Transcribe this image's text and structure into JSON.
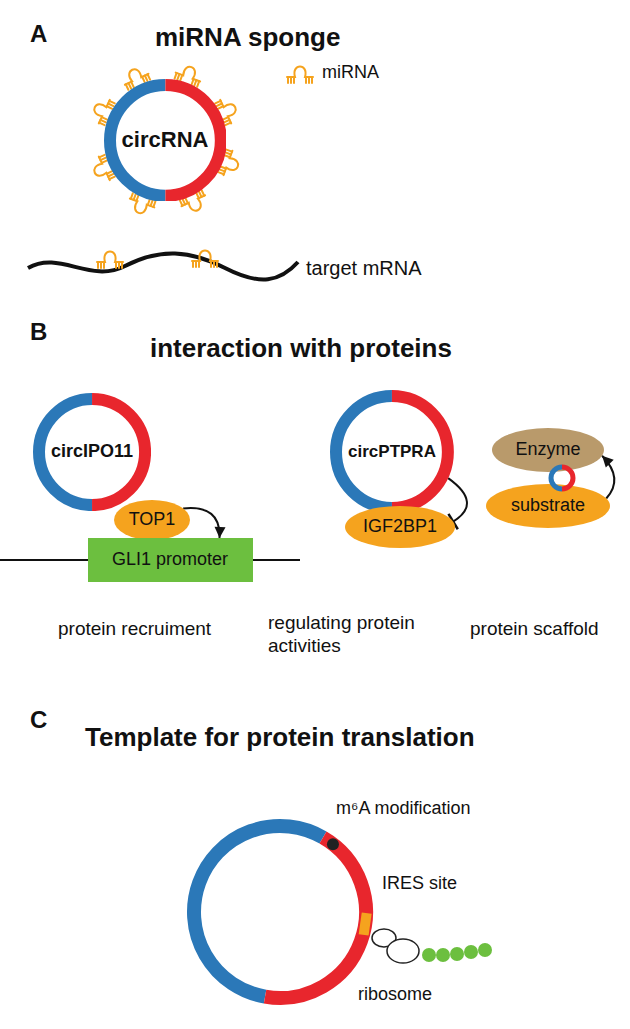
{
  "diagram": {
    "nodes": [
      {
        "text": [
          "circRNA"
        ]
      },
      {
        "text": [
          "circIPO11"
        ]
      },
      {
        "text": [
          "TOP1"
        ]
      },
      {
        "text": [
          "GLI1 promoter"
        ]
      },
      {
        "text": [
          "circPTPRA"
        ]
      },
      {
        "text": [
          "IGF2BP1"
        ]
      },
      {
        "text": [
          "Enzyme"
        ]
      },
      {
        "text": [
          "substrate"
        ]
      }
    ],
    "edges": [
      {
        "from": 2,
        "to": 3,
        "arrow": "to"
      },
      {
        "from": 4,
        "to": 5,
        "arrow": "to"
      },
      {
        "from": 7,
        "to": 6,
        "arrow": "to"
      }
    ],
    "labels": [
      "A",
      "miRNA sponge",
      "miRNA",
      "target mRNA",
      "B",
      "interaction with proteins",
      "protein recruiment",
      "regulating protein activities",
      "protein scaffold",
      "C",
      "Template for protein translation",
      "m⁶A modification",
      "IRES site",
      "ribosome"
    ]
  }
}
